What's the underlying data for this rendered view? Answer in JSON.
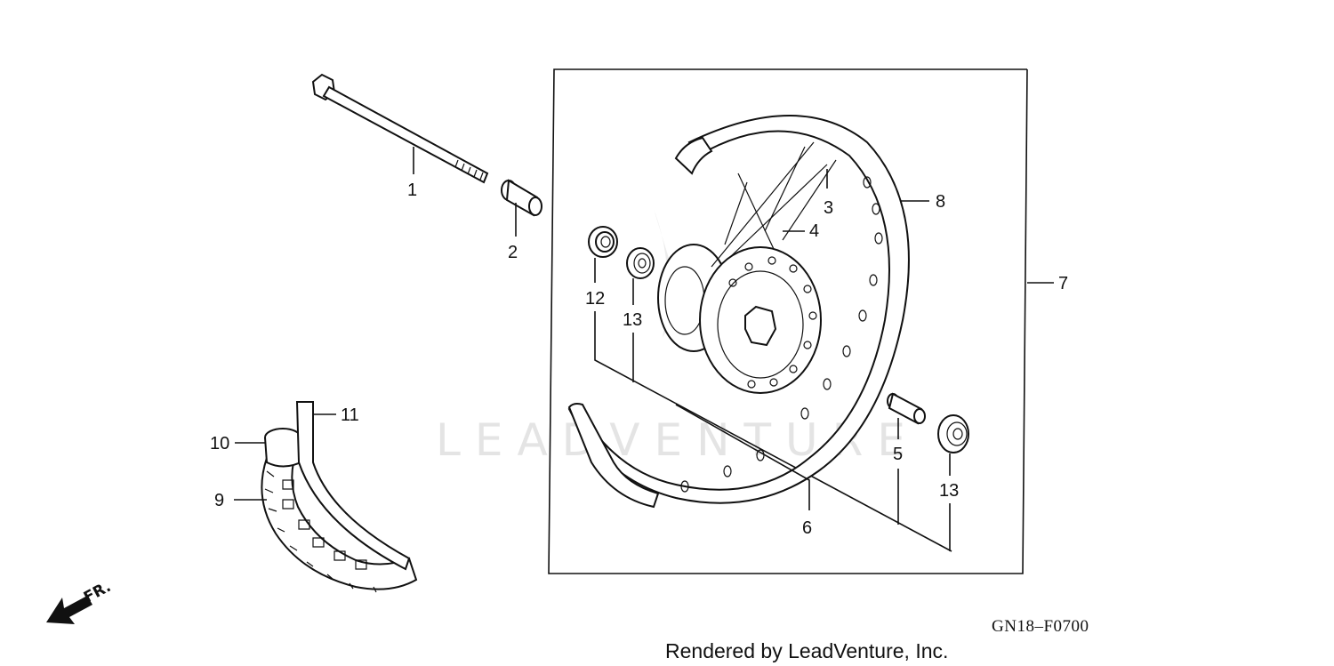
{
  "diagram": {
    "watermark": "LEADVENTURE",
    "callouts": {
      "c1": "1",
      "c2": "2",
      "c3": "3",
      "c4": "4",
      "c5": "5",
      "c6": "6",
      "c7": "7",
      "c8": "8",
      "c9": "9",
      "c10": "10",
      "c11": "11",
      "c12": "12",
      "c13a": "13",
      "c13b": "13"
    },
    "direction_label": "FR.",
    "diagram_code": "GN18–F0700",
    "credit": "Rendered by LeadVenture, Inc."
  }
}
